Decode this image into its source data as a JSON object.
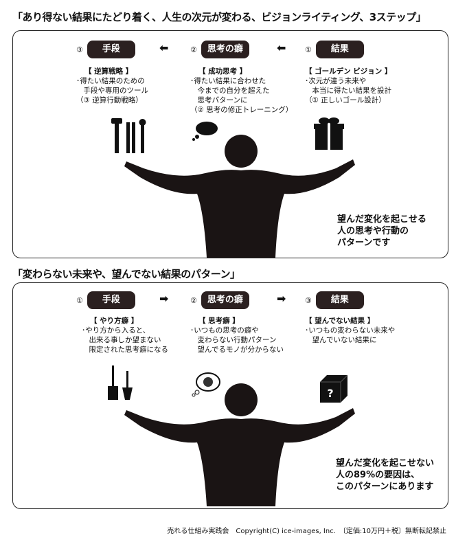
{
  "top": {
    "title": "「あり得ない結果にたどり着く、人生の次元が変わる、ビジョンライティング、3ステップ」",
    "steps": [
      {
        "num": "③",
        "label": "手段",
        "heading": "【 逆算戦略 】",
        "lines": [
          "･得たい結果のための",
          "　手段や専用のツール",
          "（③ 逆算行動戦略）"
        ]
      },
      {
        "num": "②",
        "label": "思考の癖",
        "heading": "【 成功思考 】",
        "lines": [
          "･得たい結果に合わせた",
          "　今までの自分を超えた",
          "　思考パターンに",
          "（② 思考の修正トレーニング）"
        ]
      },
      {
        "num": "①",
        "label": "結果",
        "heading": "【 ゴールデン ビジョン 】",
        "lines": [
          "･次元が違う未来や",
          "　本当に得たい結果を設計",
          "（① 正しいゴール設計）"
        ]
      }
    ],
    "arrow": "⬅",
    "note": [
      "望んだ変化を起こせる",
      "人の思考や行動の",
      "パターンです"
    ]
  },
  "bottom": {
    "title": "「変わらない未来や、望んでない結果のパターン」",
    "steps": [
      {
        "num": "①",
        "label": "手段",
        "heading": "【 やり方癖 】",
        "lines": [
          "･やり方から入ると、",
          "　出来る事しか望まない",
          "　限定された思考癖になる"
        ]
      },
      {
        "num": "②",
        "label": "思考の癖",
        "heading": "【 思考癖 】",
        "lines": [
          "･いつもの思考の癖や",
          "　変わらない行動パターン",
          "　望んでるモノが分からない"
        ]
      },
      {
        "num": "③",
        "label": "結果",
        "heading": "【 望んでない結果 】",
        "lines": [
          "･いつもの変わらない未来や",
          "　望んでいない結果に"
        ]
      }
    ],
    "arrow": "➡",
    "box_mark": "?",
    "note": [
      "望んだ変化を起こせない",
      "人の89%の要因は、",
      "このパターンにあります"
    ]
  },
  "footer": "売れる仕組み実践会　Copyright(C) ice-images, Inc.　〔定価:10万円＋税〕無断転記禁止"
}
